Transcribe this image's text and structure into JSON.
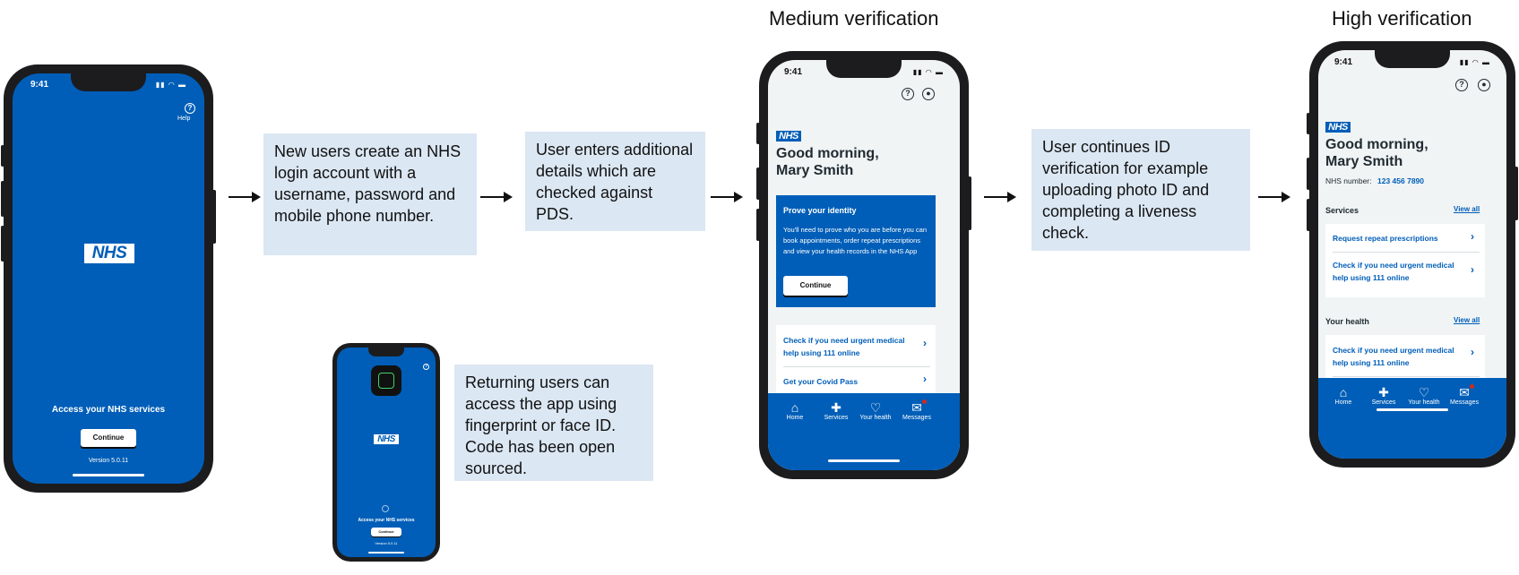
{
  "titles": {
    "medium": "Medium verification",
    "high": "High verification"
  },
  "boxes": {
    "new_users": "New users create an NHS login account with a username, password and mobile phone number.",
    "additional": "User enters additional details which are checked against PDS.",
    "continues": "User continues ID verification for example uploading  photo ID and completing a liveness check.",
    "returning": "Returning users can access the app using fingerprint or face ID. Code has been open sourced."
  },
  "phone1": {
    "time": "9:41",
    "help": "Help",
    "logo": "NHS",
    "access": "Access your NHS services",
    "continue": "Continue",
    "version": "Version 5.0.11"
  },
  "phone2": {
    "logo": "NHS",
    "access": "Access your NHS services",
    "continue": "Continue",
    "version": "Version 5.0.11"
  },
  "phone3": {
    "time": "9:41",
    "logo": "NHS",
    "greeting": "Good morning,",
    "name": "Mary Smith",
    "prove_title": "Prove your identity",
    "prove_body": "You'll need to prove who you are before you can book appointments, order repeat prescriptions and view your health records in the NHS App",
    "continue": "Continue",
    "link1": "Check if you need urgent medical help using 111 online",
    "link2": "Get your Covid Pass"
  },
  "phone4": {
    "time": "9:41",
    "logo": "NHS",
    "greeting": "Good morning,",
    "name": "Mary Smith",
    "nhs_label": "NHS number:",
    "nhs_number": "123 456 7890",
    "services": "Services",
    "view_all": "View all",
    "svc1": "Request repeat prescriptions",
    "svc2": "Check if you need urgent medical help using 111 online",
    "your_health": "Your health",
    "health1": "Check if you need urgent medical help using 111 online"
  },
  "tabs": {
    "home": "Home",
    "services": "Services",
    "your_health": "Your health",
    "messages": "Messages"
  },
  "colors": {
    "nhs_blue": "#005eb8",
    "box_bg": "#dbe7f3",
    "screen_bg": "#f0f4f5"
  }
}
